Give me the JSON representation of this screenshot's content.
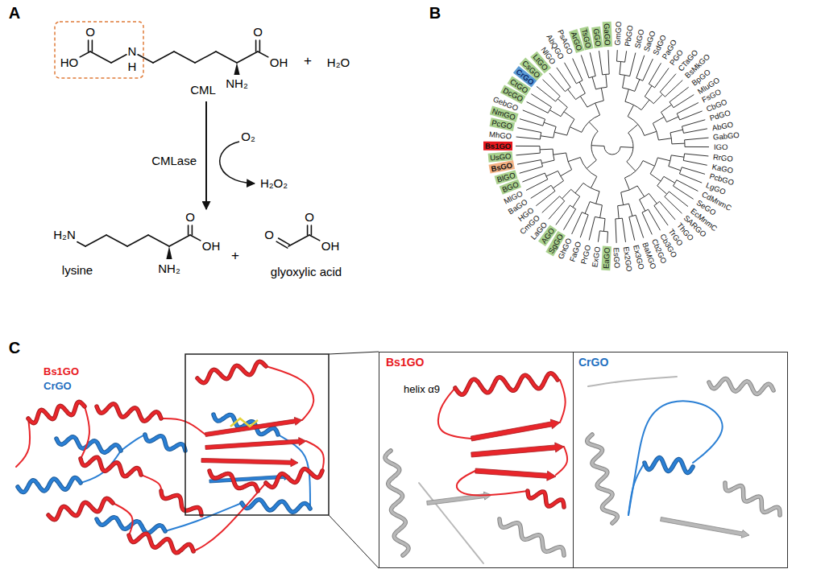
{
  "diagram": {
    "nodes": [
      {
        "text": [
          "EaGO"
        ]
      },
      {
        "text": [
          "SgGO"
        ]
      },
      {
        "text": [
          "AGO"
        ]
      },
      {
        "text": [
          "BGO"
        ]
      },
      {
        "text": [
          "BlGO"
        ]
      },
      {
        "text": [
          "BsGO"
        ]
      },
      {
        "text": [
          "UsGO"
        ]
      },
      {
        "text": [
          "Bs1GO"
        ]
      },
      {
        "text": [
          "PcGO"
        ]
      },
      {
        "text": [
          "NmGO"
        ]
      },
      {
        "text": [
          "DcGO"
        ]
      },
      {
        "text": [
          "CtGO"
        ]
      },
      {
        "text": [
          "CrGO"
        ]
      },
      {
        "text": [
          "CsGO"
        ]
      },
      {
        "text": [
          "LtGO"
        ]
      },
      {
        "text": [
          "ArGO"
        ]
      },
      {
        "text": [
          "TsGO"
        ]
      },
      {
        "text": [
          "GGO"
        ]
      },
      {
        "text": [
          "GaGO"
        ]
      },
      {
        "text": [
          "Bs1GO",
          "helix α9"
        ]
      },
      {
        "text": [
          "CrGO"
        ]
      }
    ],
    "labels": [
      "A",
      "O",
      "HO",
      "N",
      "H",
      "O",
      "OH",
      "NH₂",
      "CML",
      "+",
      "H₂O",
      "CMLase",
      "O₂",
      "H₂O₂",
      "H₂N",
      "O",
      "OH",
      "NH₂",
      "lysine",
      "+",
      "O",
      "O",
      "OH",
      "glyoxylic acid",
      "B",
      "GmGO",
      "PbGO",
      "StGO",
      "SaGO",
      "SdGO",
      "PaGO",
      "PGO",
      "CTaGO",
      "BsMkGO",
      "BpGO",
      "MluGO",
      "FsGO",
      "CbGO",
      "PdGO",
      "AbGO",
      "GabGO",
      "IGO",
      "RrGO",
      "KaGO",
      "PcbGO",
      "LgGO",
      "CdMnmC",
      "SeGO",
      "EcMnmC",
      "SARGO",
      "ThGO",
      "TrGO",
      "Cb3GO",
      "Cb2GO",
      "BaMGO",
      "Ex3GO",
      "Ex2GO",
      "EsGO",
      "ExGO",
      "PrGO",
      "FaGO",
      "GhGO",
      "LaGO",
      "CmGO",
      "HGO",
      "BaGO",
      "MlGO",
      "MhGO",
      "GebGO",
      "NlGO",
      "AbQGO",
      "PsAGO",
      "C",
      "Bs1GO",
      "CrGO"
    ]
  }
}
